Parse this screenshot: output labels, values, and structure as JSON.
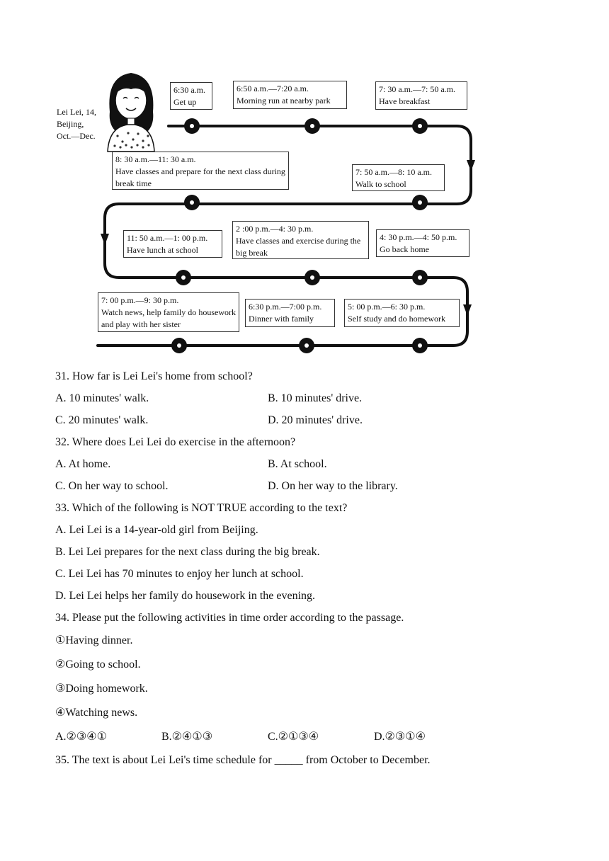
{
  "profile": {
    "line1": "Lei Lei, 14,",
    "line2": "Beijing,",
    "line3": "Oct.—Dec."
  },
  "schedule": [
    {
      "time": "6:30 a.m.",
      "activity": "Get up"
    },
    {
      "time": "6:50 a.m.—7:20 a.m.",
      "activity": "Morning run at nearby park"
    },
    {
      "time": "7: 30 a.m.—7: 50 a.m.",
      "activity": "Have breakfast"
    },
    {
      "time": "7: 50 a.m.—8: 10 a.m.",
      "activity": "Walk to school"
    },
    {
      "time": "8: 30 a.m.—11: 30 a.m.",
      "activity": "Have classes and prepare for the next class during break time"
    },
    {
      "time": "11: 50 a.m.—1: 00 p.m.",
      "activity": "Have lunch at school"
    },
    {
      "time": "2 :00 p.m.—4: 30 p.m.",
      "activity": "Have classes and exercise during the big break"
    },
    {
      "time": "4: 30 p.m.—4: 50 p.m.",
      "activity": "Go back home"
    },
    {
      "time": "5: 00 p.m.—6: 30 p.m.",
      "activity": "Self study and do homework"
    },
    {
      "time": "6:30 p.m.—7:00 p.m.",
      "activity": "Dinner with family"
    },
    {
      "time": "7: 00 p.m.—9: 30 p.m.",
      "activity": "Watch news, help family do housework and play with her sister"
    }
  ],
  "questions": {
    "q31": {
      "stem": "31. How far is Lei Lei's home from school?",
      "a": "A. 10 minutes' walk.",
      "b": "B. 10 minutes' drive.",
      "c": "C. 20 minutes' walk.",
      "d": "D. 20 minutes' drive."
    },
    "q32": {
      "stem": "32. Where does Lei Lei do exercise in the afternoon?",
      "a": "A. At home.",
      "b": "B. At school.",
      "c": "C. On her way to school.",
      "d": "D. On her way to the library."
    },
    "q33": {
      "stem": "33. Which of the following is NOT TRUE according to the text?",
      "a": "A. Lei Lei is a 14-year-old girl from Beijing.",
      "b": "B. Lei Lei prepares for the next class during the big break.",
      "c": "C. Lei Lei has 70 minutes to enjoy her lunch at school.",
      "d": "D. Lei Lei helps her family do housework in the evening."
    },
    "q34": {
      "stem": "34. Please put the following activities in time order according to the passage.",
      "items": [
        "①Having dinner.",
        "②Going to school.",
        "③Doing homework.",
        "④Watching news."
      ],
      "a": "A.②③④①",
      "b": "B.②④①③",
      "c": "C.②①③④",
      "d": "D.②③①④"
    },
    "q35": {
      "stem": "35. The text is about Lei Lei's time schedule for _____ from October to December."
    }
  }
}
